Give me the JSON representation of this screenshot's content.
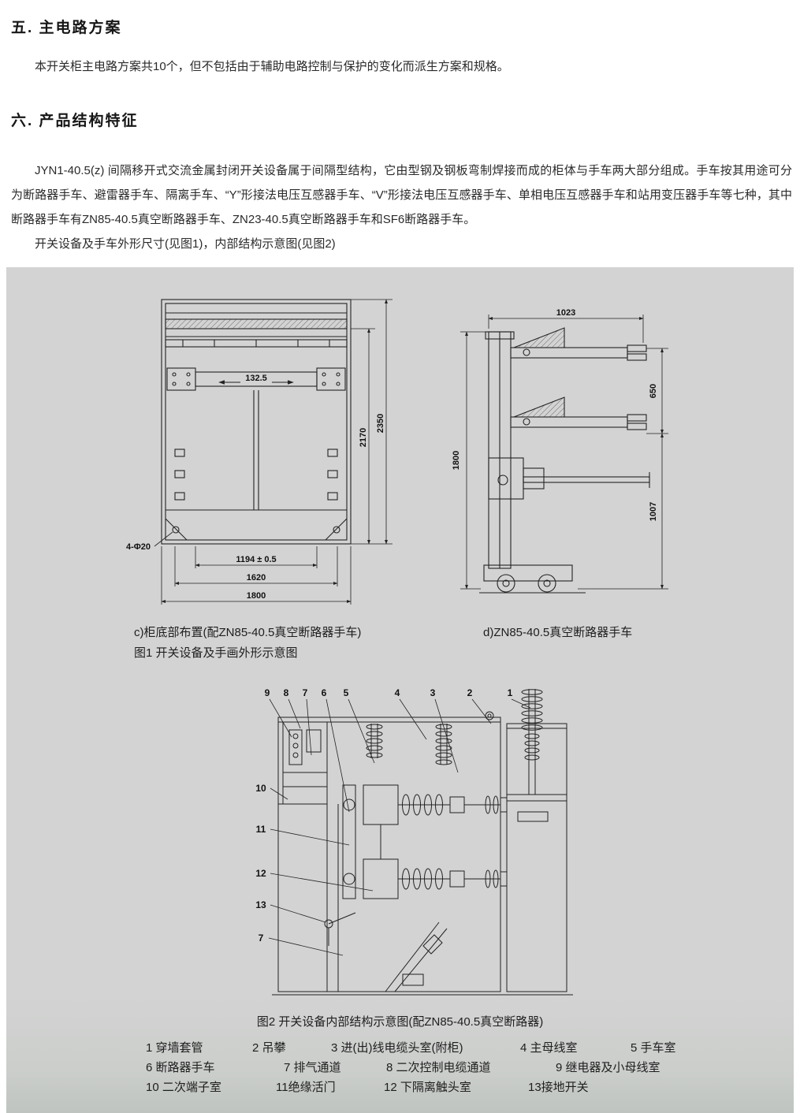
{
  "doc": {
    "section5": {
      "heading": "五. 主电路方案",
      "body": "本开关柜主电路方案共10个，但不包括由于辅助电路控制与保护的变化而派生方案和规格。"
    },
    "section6": {
      "heading": "六. 产品结构特征",
      "para1": "JYN1-40.5(z) 间隔移开式交流金属封闭开关设备属于间隔型结构，它由型钢及钢板弯制焊接而成的柜体与手车两大部分组成。手车按其用途可分为断路器手车、避雷器手车、隔离手车、“Y”形接法电压互感器手车、“V”形接法电压互感器手车、单相电压互感器手车和站用变压器手车等七种，其中断路器手车有ZN85-40.5真空断路器手车、ZN23-40.5真空断路器手车和SF6断路器手车。",
      "para2": "开关设备及手车外形尺寸(见图1)，内部结构示意图(见图2)"
    }
  },
  "figure1": {
    "caption_c": "c)柜底部布置(配ZN85-40.5真空断路器手车)",
    "caption_title": "图1 开关设备及手画外形示意图",
    "caption_d": "d)ZN85-40.5真空断路器手车",
    "cabinet": {
      "dim_width_inner": "132.5",
      "dim_height_door": "2170",
      "dim_height_total": "2350",
      "dim_holes": "4-Φ20",
      "dim_bottom_1": "1194 ± 0.5",
      "dim_bottom_2": "1620",
      "dim_bottom_3": "1800"
    },
    "handcart": {
      "dim_top": "1023",
      "dim_left": "1800",
      "dim_right_upper": "650",
      "dim_right_lower": "1007"
    }
  },
  "figure2": {
    "caption": "图2 开关设备内部结构示意图(配ZN85-40.5真空断路器)",
    "callouts_top": [
      "9",
      "8",
      "7",
      "6",
      "5",
      "4",
      "3",
      "2",
      "1"
    ],
    "callouts_left": [
      "10",
      "11",
      "12",
      "13",
      "7"
    ],
    "legend": {
      "row1": [
        "1 穿墙套管",
        "2 吊攀",
        "3 进(出)线电缆头室(附柜)",
        "4 主母线室",
        "5 手车室"
      ],
      "row2": [
        "6 断路器手车",
        "7 排气通道",
        "8 二次控制电缆通道",
        "9 继电器及小母线室"
      ],
      "row3": [
        "10 二次端子室",
        "11绝缘活门",
        "12 下隔离触头室",
        "13接地开关"
      ]
    }
  },
  "colors": {
    "panel_bg": "#d3d3d3",
    "line": "#222222",
    "text": "#1c1c1c"
  }
}
